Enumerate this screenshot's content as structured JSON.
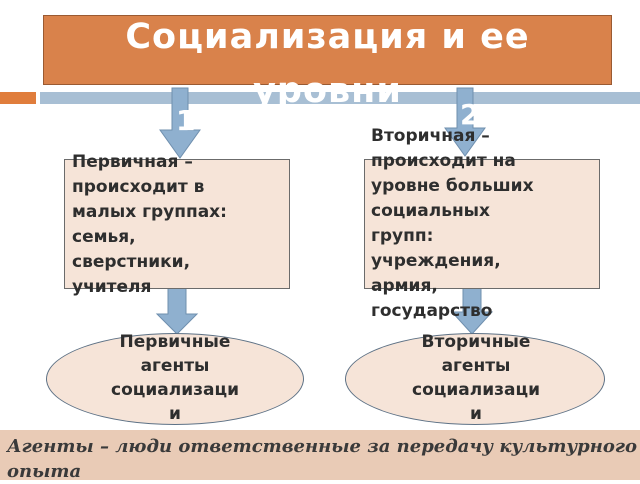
{
  "title": "Социализация и ее\nуровни",
  "levels": [
    {
      "number": "1",
      "description": "Первичная –\nпроисходит в\nмалых группах:\nсемья,\nсверстники,\nучителя",
      "agents": "Первичные\nагенты\nсоциализаци\nи"
    },
    {
      "number": "2",
      "description": "Вторичная –\nпроисходит на\nуровне больших\nсоциальных\nгрупп:\nучреждения,\nармия,\nгосударство",
      "agents": "Вторичные\nагенты\nсоциализаци\nи"
    }
  ],
  "footer": "Агенты – люди ответственные за передачу культурного опыта",
  "colors": {
    "title_fill": "#d9824b",
    "accent_bar": "#e07d3c",
    "divider_bar": "#a8bfd4",
    "box_fill": "#f6e4d8",
    "arrow_fill": "#8fb0cf",
    "footer_fill": "#e9cbb6"
  }
}
